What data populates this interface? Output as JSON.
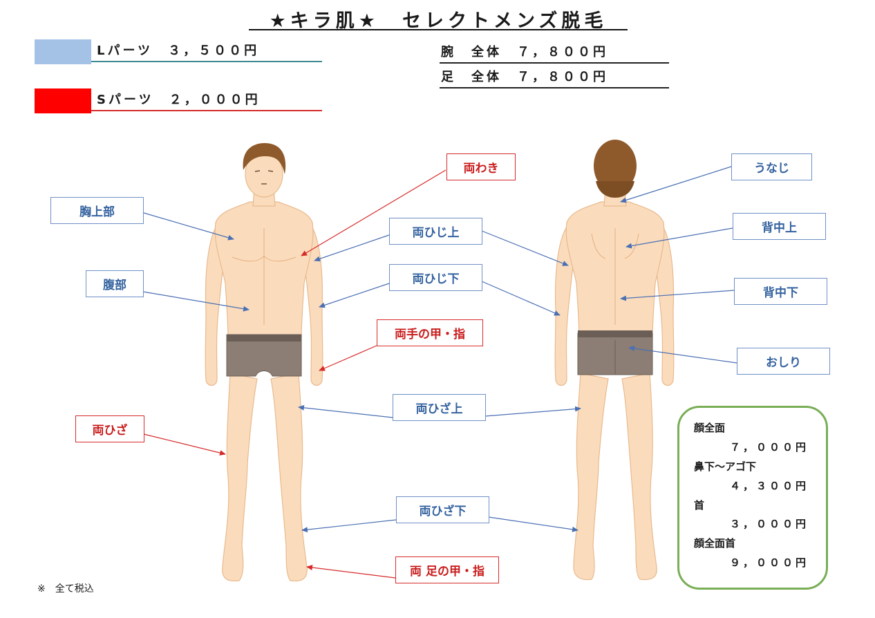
{
  "title": "★キラ肌★　セレクトメンズ脱毛",
  "legend": {
    "l_parts": {
      "label": "Lパーツ　３，５００円",
      "color": "#a4c2e6",
      "line_color": "#3d8a91"
    },
    "s_parts": {
      "label": "Sパーツ　２，０００円",
      "color": "#ff0000",
      "line_color": "#d62a2a"
    }
  },
  "full_prices": [
    {
      "label": "腕　全体　７，８００円"
    },
    {
      "label": "足　全体　７，８００円"
    }
  ],
  "front_labels": {
    "chest_upper": "胸上部",
    "abdomen": "腹部",
    "armpits": "両わき",
    "upper_elbow": "両ひじ上",
    "lower_elbow": "両ひじ下",
    "hands_fingers": "両手の甲・指",
    "knees": "両ひざ",
    "above_knees": "両ひざ上",
    "below_knees": "両ひざ下",
    "feet_toes": "両 足の甲・指"
  },
  "back_labels": {
    "nape": "うなじ",
    "upper_back": "背中上",
    "lower_back": "背中下",
    "buttocks": "おしり"
  },
  "face_prices": [
    {
      "label": "顔全面",
      "price": "７，０００円"
    },
    {
      "label": "鼻下～アゴ下",
      "price": "４，３００円"
    },
    {
      "label": "首",
      "price": "３，０００円"
    },
    {
      "label": "顔全面首",
      "price": "９，０００円"
    }
  ],
  "footnote": "※　全て税込",
  "colors": {
    "skin": "#fadcbc",
    "skin_edge": "#e8b98e",
    "hair": "#8e5a2c",
    "underwear": "#8c7e74",
    "underwear_band": "#6a5e56",
    "arrow_l": "#4a6fb3",
    "arrow_s": "#d62a2a",
    "panel_border": "#78ae55"
  }
}
